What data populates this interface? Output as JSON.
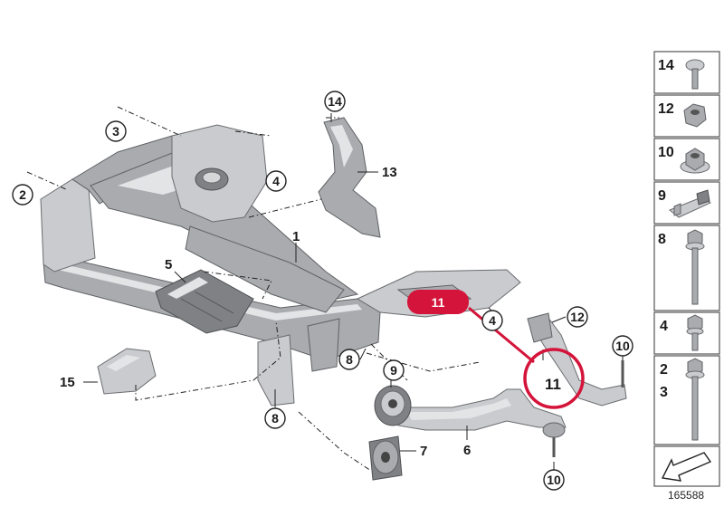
{
  "labels": {
    "l1": "1",
    "l2": "2",
    "l3": "3",
    "l4a": "4",
    "l4b": "4",
    "l5": "5",
    "l6": "6",
    "l7": "7",
    "l8a": "8",
    "l8b": "8",
    "l9": "9",
    "l10a": "10",
    "l10b": "10",
    "l11": "11",
    "l12": "12",
    "l13": "13",
    "l14": "14",
    "l15": "15"
  },
  "highlight": {
    "badge_text": "11",
    "color": "#d4143a"
  },
  "sidebar": {
    "items": [
      {
        "label": "14"
      },
      {
        "label": "12"
      },
      {
        "label": "10"
      },
      {
        "label": "9"
      },
      {
        "label": "8"
      },
      {
        "label": "4"
      },
      {
        "label": "2",
        "label2": "3"
      }
    ]
  },
  "reference_number": "165588",
  "icons": [
    "bolt-icon",
    "nut-icon",
    "flange-nut-icon",
    "clip-nut-icon",
    "arrow-icon"
  ]
}
